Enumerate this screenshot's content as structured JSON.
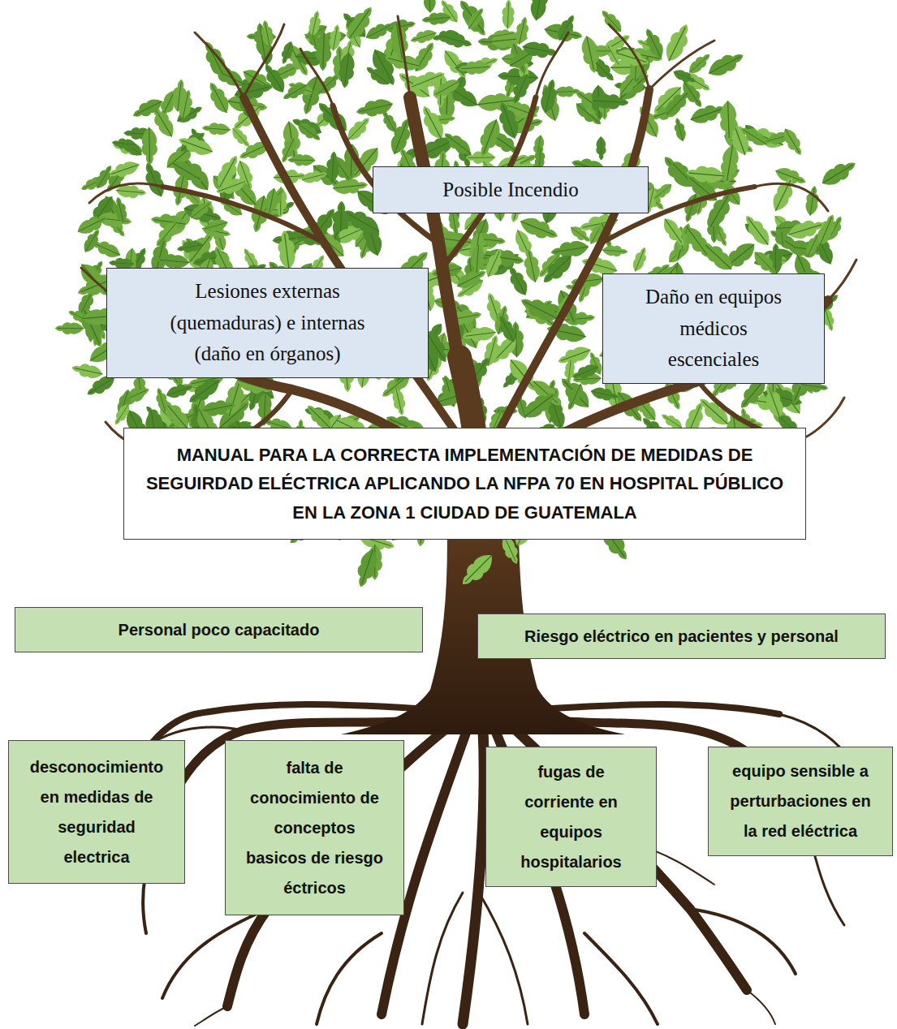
{
  "diagram": {
    "nodes": [
      {
        "text": [
          "Posible Incendio"
        ]
      },
      {
        "text": [
          "Lesiones externas (quemaduras) e internas (daño en órganos)"
        ]
      },
      {
        "text": [
          "Daño en equipos médicos escenciales"
        ]
      },
      {
        "text": [
          "MANUAL PARA LA CORRECTA IMPLEMENTACIÓN DE MEDIDAS DE SEGUIRDAD ELÉCTRICA APLICANDO LA NFPA 70 EN HOSPITAL PÚBLICO EN LA ZONA 1 CIUDAD DE GUATEMALA"
        ]
      },
      {
        "text": [
          "Personal poco capacitado"
        ]
      },
      {
        "text": [
          "Riesgo eléctrico en pacientes y personal"
        ]
      },
      {
        "text": [
          "desconocimiento en medidas de seguridad electrica"
        ]
      },
      {
        "text": [
          "falta de conocimiento de conceptos basicos de riesgo éctricos"
        ]
      },
      {
        "text": [
          "fugas de corriente en equipos hospitalarios"
        ]
      },
      {
        "text": [
          "equipo sensible a perturbaciones en la red eléctrica"
        ]
      }
    ]
  }
}
